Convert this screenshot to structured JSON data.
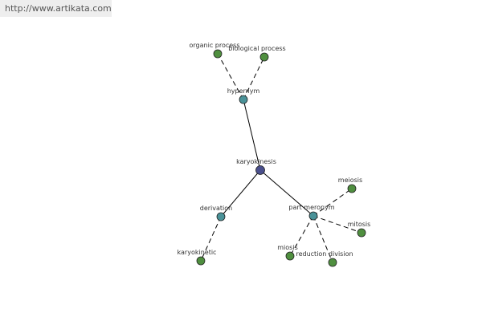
{
  "url_banner": "http://www.artikata.com",
  "colors": {
    "center": "#4a4f8c",
    "relation": "#4a9298",
    "leaf": "#4f8f3f",
    "edge": "#000000"
  },
  "nodes": [
    {
      "id": "karyokinesis",
      "label": "karyokinesis",
      "kind": "center"
    },
    {
      "id": "hypernym",
      "label": "hypernym",
      "kind": "relation"
    },
    {
      "id": "organic-process",
      "label": "organic process",
      "kind": "leaf"
    },
    {
      "id": "biological-process",
      "label": "biological process",
      "kind": "leaf"
    },
    {
      "id": "derivation",
      "label": "derivation",
      "kind": "relation"
    },
    {
      "id": "karyokinetic",
      "label": "karyokinetic",
      "kind": "leaf"
    },
    {
      "id": "part-meronym",
      "label": "part meronym",
      "kind": "relation"
    },
    {
      "id": "meiosis",
      "label": "meiosis",
      "kind": "leaf"
    },
    {
      "id": "mitosis",
      "label": "mitosis",
      "kind": "leaf"
    },
    {
      "id": "miosis",
      "label": "miosis",
      "kind": "leaf"
    },
    {
      "id": "reduction-division",
      "label": "reduction division",
      "kind": "leaf"
    }
  ],
  "edges": [
    {
      "from": "karyokinesis",
      "to": "hypernym",
      "style": "solid"
    },
    {
      "from": "karyokinesis",
      "to": "derivation",
      "style": "solid"
    },
    {
      "from": "karyokinesis",
      "to": "part-meronym",
      "style": "solid"
    },
    {
      "from": "hypernym",
      "to": "organic-process",
      "style": "dashed"
    },
    {
      "from": "hypernym",
      "to": "biological-process",
      "style": "dashed"
    },
    {
      "from": "derivation",
      "to": "karyokinetic",
      "style": "dashed"
    },
    {
      "from": "part-meronym",
      "to": "meiosis",
      "style": "dashed"
    },
    {
      "from": "part-meronym",
      "to": "mitosis",
      "style": "dashed"
    },
    {
      "from": "part-meronym",
      "to": "miosis",
      "style": "dashed"
    },
    {
      "from": "part-meronym",
      "to": "reduction-division",
      "style": "dashed"
    }
  ]
}
